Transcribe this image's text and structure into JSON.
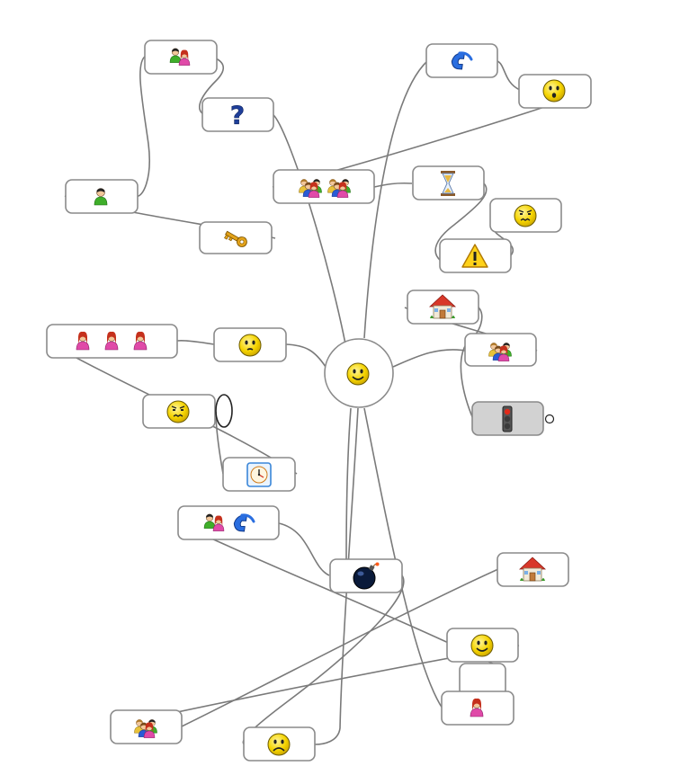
{
  "diagram": {
    "type": "mind-map",
    "root": {
      "id": "root",
      "icon": "smiley-icon"
    },
    "nodes": [
      {
        "id": "n-family-top",
        "icons": [
          "family-icon"
        ]
      },
      {
        "id": "n-question",
        "icons": [
          "question-icon"
        ]
      },
      {
        "id": "n-user-green",
        "icons": [
          "user-icon"
        ]
      },
      {
        "id": "n-key",
        "icons": [
          "key-icon"
        ]
      },
      {
        "id": "n-phone-top",
        "icons": [
          "phone-icon"
        ]
      },
      {
        "id": "n-surprised",
        "icons": [
          "surprised-face-icon"
        ]
      },
      {
        "id": "n-families",
        "icons": [
          "family-icon",
          "family-icon"
        ]
      },
      {
        "id": "n-hourglass",
        "icons": [
          "hourglass-icon"
        ]
      },
      {
        "id": "n-angry-right",
        "icons": [
          "angry-face-icon"
        ]
      },
      {
        "id": "n-warning",
        "icons": [
          "warning-icon"
        ]
      },
      {
        "id": "n-home-right",
        "icons": [
          "home-icon"
        ]
      },
      {
        "id": "n-group-right",
        "icons": [
          "group-icon"
        ]
      },
      {
        "id": "n-traffic",
        "icons": [
          "traffic-light-icon"
        ]
      },
      {
        "id": "n-three-women",
        "icons": [
          "woman-icon",
          "woman-icon",
          "woman-icon"
        ]
      },
      {
        "id": "n-neutral",
        "icons": [
          "neutral-face-icon"
        ]
      },
      {
        "id": "n-angry-left",
        "icons": [
          "angry-face-icon"
        ]
      },
      {
        "id": "n-clock",
        "icons": [
          "clock-icon"
        ]
      },
      {
        "id": "n-family-phone",
        "icons": [
          "family-icon",
          "phone-icon"
        ]
      },
      {
        "id": "n-bomb",
        "icons": [
          "bomb-icon"
        ]
      },
      {
        "id": "n-home-bottom",
        "icons": [
          "home-icon"
        ]
      },
      {
        "id": "n-smiley-bottom",
        "icons": [
          "smiley-icon"
        ]
      },
      {
        "id": "n-empty",
        "icons": []
      },
      {
        "id": "n-woman",
        "icons": [
          "woman-icon"
        ]
      },
      {
        "id": "n-group-bottom",
        "icons": [
          "group-icon"
        ]
      },
      {
        "id": "n-sad",
        "icons": [
          "sad-face-icon"
        ]
      }
    ],
    "edges": [
      [
        "root",
        "n-question"
      ],
      [
        "n-question",
        "n-family-top"
      ],
      [
        "n-family-top",
        "n-user-green"
      ],
      [
        "n-user-green",
        "n-key"
      ],
      [
        "root",
        "n-phone-top"
      ],
      [
        "n-phone-top",
        "n-surprised"
      ],
      [
        "n-surprised",
        "n-families"
      ],
      [
        "n-families",
        "n-hourglass"
      ],
      [
        "n-hourglass",
        "n-warning"
      ],
      [
        "n-warning",
        "n-angry-right"
      ],
      [
        "root",
        "n-group-right"
      ],
      [
        "n-group-right",
        "n-home-right"
      ],
      [
        "n-home-right",
        "n-traffic"
      ],
      [
        "root",
        "n-neutral"
      ],
      [
        "n-neutral",
        "n-three-women"
      ],
      [
        "n-three-women",
        "n-clock"
      ],
      [
        "n-clock",
        "n-angry-left"
      ],
      [
        "root",
        "n-bomb"
      ],
      [
        "n-bomb",
        "n-family-phone"
      ],
      [
        "n-family-phone",
        "n-smiley-bottom"
      ],
      [
        "n-bomb",
        "n-sad"
      ],
      [
        "root",
        "n-woman"
      ],
      [
        "n-woman",
        "n-empty"
      ],
      [
        "n-smiley-bottom",
        "n-group-bottom"
      ],
      [
        "n-group-bottom",
        "n-home-bottom"
      ]
    ]
  },
  "colors": {
    "node_border": "#8a8a8a",
    "edge": "#7a7a7a",
    "smiley_fill": "#f5d400",
    "traffic_box": "#d2d2d2"
  }
}
